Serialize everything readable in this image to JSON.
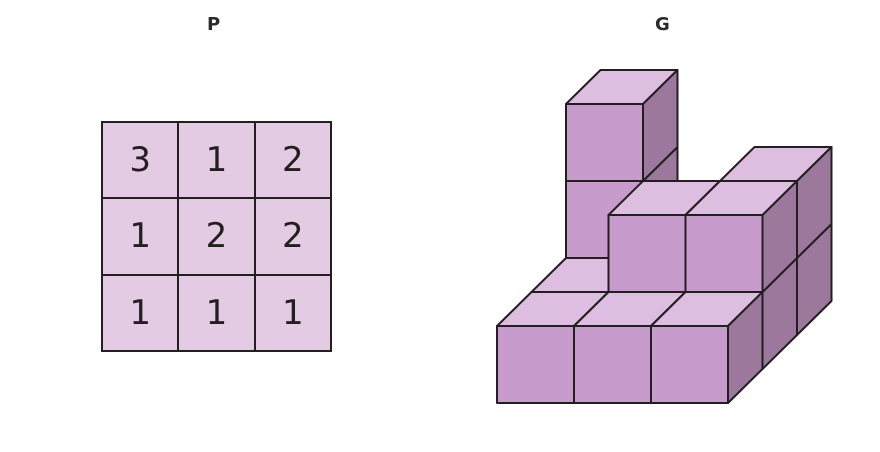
{
  "panels": {
    "left_label": "P",
    "right_label": "G"
  },
  "height_map": [
    [
      3,
      1,
      2
    ],
    [
      1,
      2,
      2
    ],
    [
      1,
      1,
      1
    ]
  ],
  "colors": {
    "cell_fill": "#e3cbe4",
    "cube_front": "#c79ccc",
    "cube_top": "#ddbee0",
    "cube_side": "#9b789c",
    "outline": "#231f20"
  }
}
